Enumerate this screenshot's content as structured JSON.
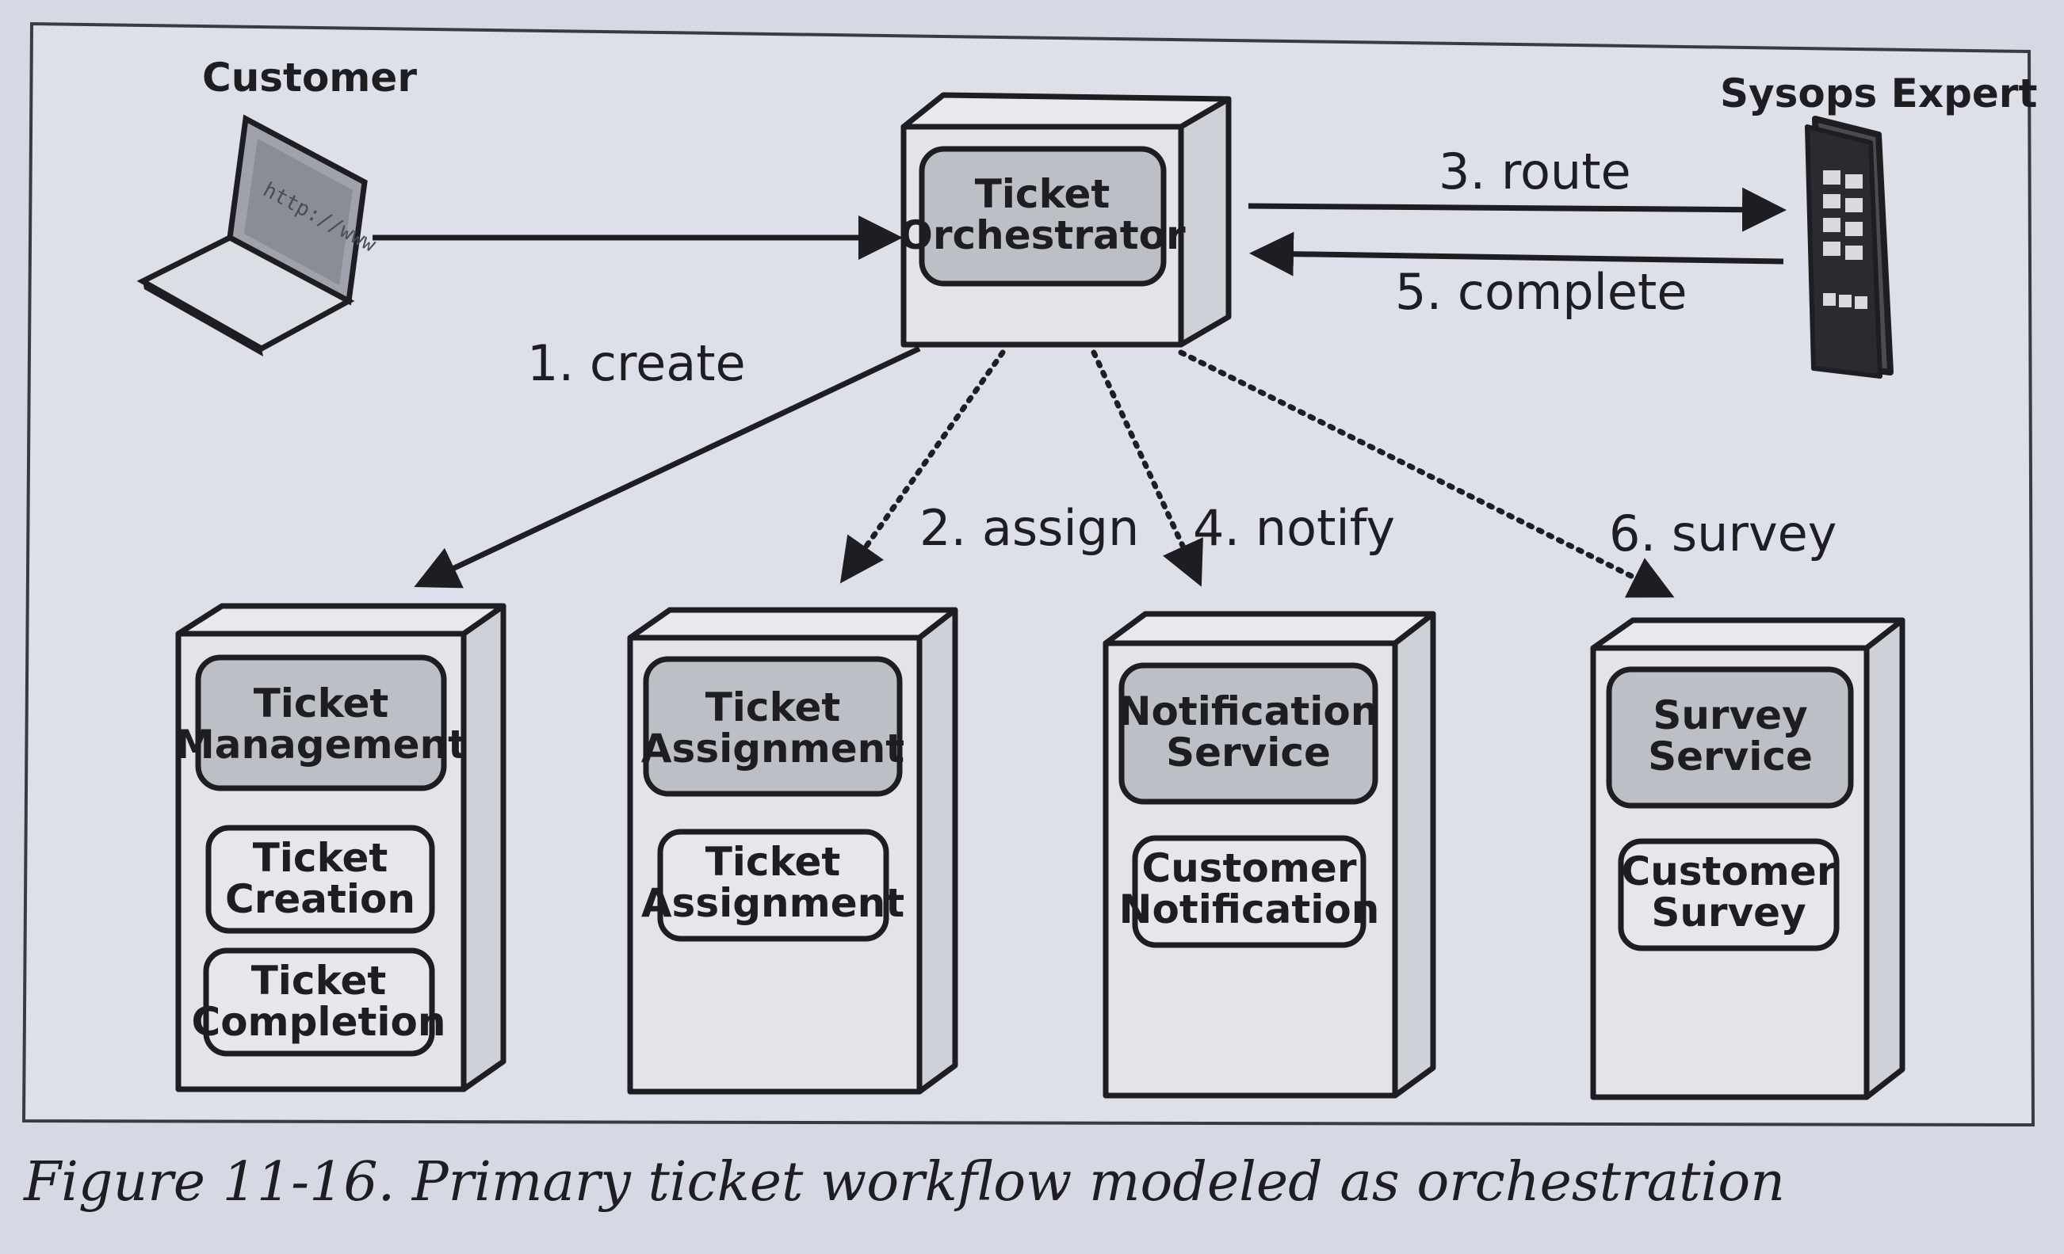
{
  "actors": {
    "customer": "Customer",
    "sysops": "Sysops Expert",
    "laptop_screen_text": "http://www"
  },
  "orchestrator": {
    "line1": "Ticket",
    "line2": "Orchestrator"
  },
  "flows": {
    "create": "1. create",
    "assign": "2. assign",
    "route": "3. route",
    "notify": "4. notify",
    "complete": "5. complete",
    "survey": "6. survey"
  },
  "services": [
    {
      "title": [
        "Ticket",
        "Management"
      ],
      "components": [
        [
          "Ticket",
          "Creation"
        ],
        [
          "Ticket",
          "Completion"
        ]
      ]
    },
    {
      "title": [
        "Ticket",
        "Assignment"
      ],
      "components": [
        [
          "Ticket",
          "Assignment"
        ]
      ]
    },
    {
      "title": [
        "Notification",
        "Service"
      ],
      "components": [
        [
          "Customer",
          "Notification"
        ]
      ]
    },
    {
      "title": [
        "Survey",
        "Service"
      ],
      "components": [
        [
          "Customer",
          "Survey"
        ]
      ]
    }
  ],
  "caption": "Figure 11-16. Primary ticket workflow modeled as orchestration",
  "colors": {
    "ink": "#1e1e22",
    "paper": "#d6d9e4",
    "box_fill": "#e2e4ea",
    "dark_fill": "#bdbfc7"
  }
}
